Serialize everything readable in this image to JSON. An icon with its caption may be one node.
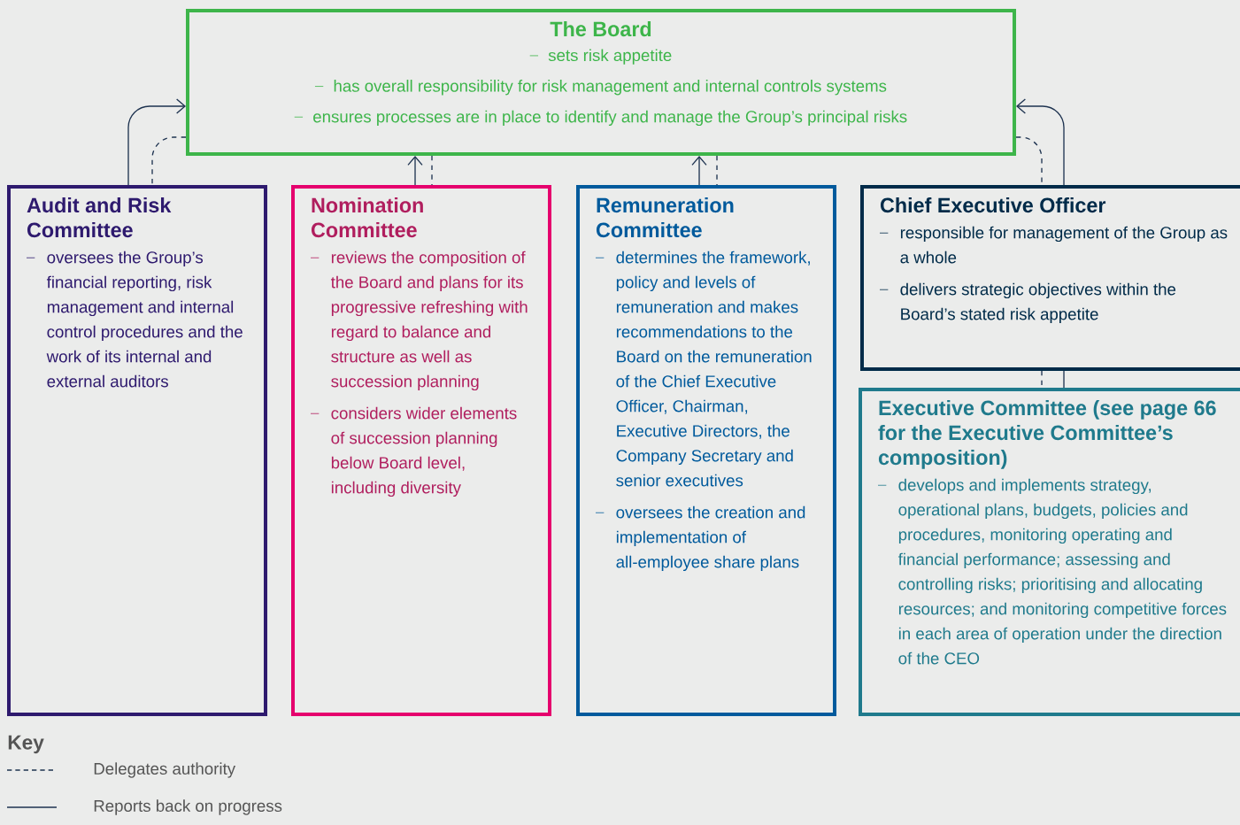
{
  "diagram": {
    "nodes": [
      {
        "text": [
          "The Board",
          "sets risk appetite",
          "has overall responsibility for risk management and internal controls systems",
          "ensures processes are in place to identify and manage the Group’s principal risks"
        ]
      },
      {
        "text": [
          "Audit and Risk Committee",
          "oversees the Group’s financial reporting, risk management and internal control procedures and the work of its internal and external auditors"
        ]
      },
      {
        "text": [
          "Nomination Committee",
          "reviews the composition of the Board and plans for its progressive refreshing with regard to balance and structure as well as succession planning",
          "considers wider elements of succession planning below Board level, including diversity"
        ]
      },
      {
        "text": [
          "Remuneration Committee",
          "determines the framework, policy and levels of remuneration and makes recommendations to the Board on the remuneration of the Chief Executive Officer, Chairman, Executive Directors, the Company Secretary and senior executives",
          "oversees the creation and implementation of all-employee share plans"
        ]
      },
      {
        "text": [
          "Chief Executive Officer",
          "responsible for management of the Group as a whole",
          "delivers strategic objectives within the Board’s stated risk appetite"
        ]
      },
      {
        "text": [
          "Executive Committee (see page 66 for the Executive Committee’s composition)",
          "develops and implements strategy, operational plans, budgets, policies and procedures, monitoring operating and financial performance; assessing and controlling risks; prioritising and allocating resources; and monitoring competitive forces in each area of operation under the direction of the CEO"
        ]
      }
    ],
    "edges": [
      {
        "from": 1,
        "to": 0,
        "arrow": "to"
      },
      {
        "from": 0,
        "to": 1,
        "arrow": "none",
        "style": "dashed"
      },
      {
        "from": 2,
        "to": 0,
        "arrow": "to"
      },
      {
        "from": 0,
        "to": 2,
        "arrow": "none",
        "style": "dashed"
      },
      {
        "from": 3,
        "to": 0,
        "arrow": "to"
      },
      {
        "from": 0,
        "to": 3,
        "arrow": "none",
        "style": "dashed"
      },
      {
        "from": 4,
        "to": 0,
        "arrow": "to"
      },
      {
        "from": 0,
        "to": 4,
        "arrow": "none",
        "style": "dashed"
      },
      {
        "from": 5,
        "to": 4,
        "arrow": "none"
      },
      {
        "from": 4,
        "to": 5,
        "arrow": "none",
        "style": "dashed"
      }
    ],
    "labels": [
      "Key"
    ],
    "legend": [
      {
        "text": "Delegates authority"
      },
      {
        "text": "Reports back on progress"
      }
    ]
  }
}
